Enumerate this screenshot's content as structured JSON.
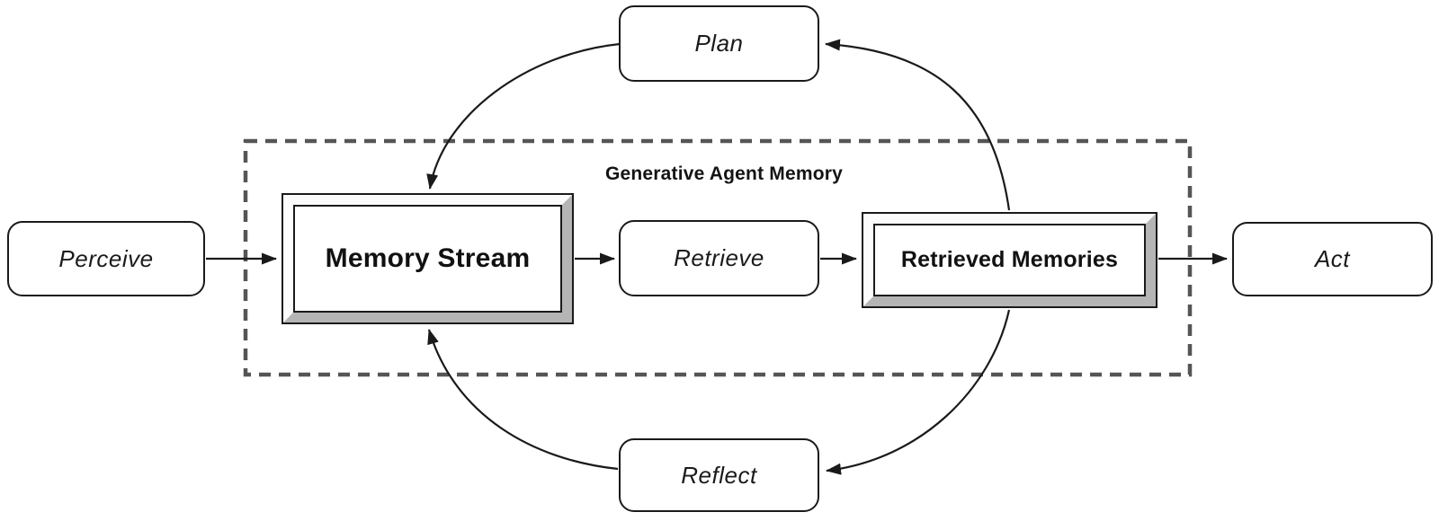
{
  "diagram": {
    "title": "Generative Agent Memory",
    "nodes": {
      "perceive": {
        "label": "Perceive",
        "shape": "rounded"
      },
      "plan": {
        "label": "Plan",
        "shape": "rounded"
      },
      "retrieve": {
        "label": "Retrieve",
        "shape": "rounded"
      },
      "act": {
        "label": "Act",
        "shape": "rounded"
      },
      "reflect": {
        "label": "Reflect",
        "shape": "rounded"
      },
      "memory_stream": {
        "label": "Memory Stream",
        "shape": "beveled-frame"
      },
      "retrieved_memories": {
        "label": "Retrieved Memories",
        "shape": "beveled-frame"
      }
    },
    "container": {
      "label": "Generative Agent Memory",
      "style": "dashed-rectangle",
      "contains": [
        "memory_stream",
        "retrieved_memories"
      ]
    },
    "edges": [
      {
        "from": "perceive",
        "to": "memory_stream",
        "style": "straight"
      },
      {
        "from": "memory_stream",
        "to": "retrieve",
        "style": "straight"
      },
      {
        "from": "retrieve",
        "to": "retrieved_memories",
        "style": "straight"
      },
      {
        "from": "retrieved_memories",
        "to": "act",
        "style": "straight"
      },
      {
        "from": "retrieved_memories",
        "to": "plan",
        "style": "curved"
      },
      {
        "from": "plan",
        "to": "memory_stream",
        "style": "curved"
      },
      {
        "from": "retrieved_memories",
        "to": "reflect",
        "style": "curved"
      },
      {
        "from": "reflect",
        "to": "memory_stream",
        "style": "curved"
      }
    ],
    "colors": {
      "background": "#ffffff",
      "stroke": "#1a1a1a",
      "dashed_border": "#555555",
      "bevel_light": "#fbfbfb",
      "bevel_dark": "#b5b5b5"
    }
  }
}
